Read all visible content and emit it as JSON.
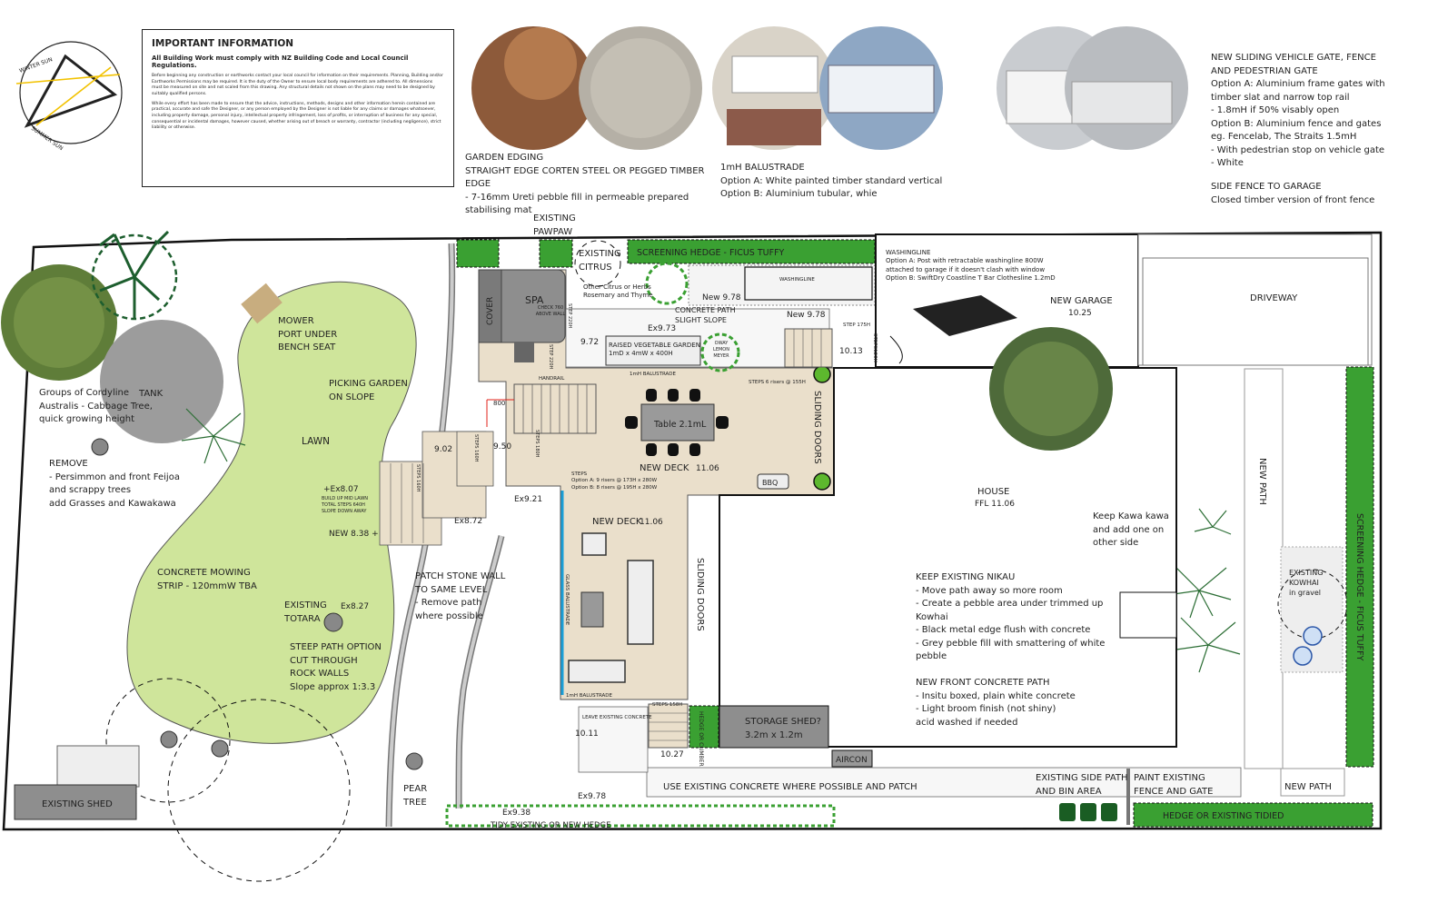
{
  "important_info": {
    "title": "IMPORTANT INFORMATION",
    "subtitle": "All Building Work must comply with NZ Building Code and Local Council Regulations.",
    "para1": "Before beginning any construction or earthworks contact your local council for information on their requirements. Planning, Building and/or Earthworks Permissions may be required. It is the duty of the Owner to ensure local body requirements are adhered to. All dimensions must be measured on site and not scaled from this drawing. Any structural details not shown on the plans may need to be designed by suitably qualified persons.",
    "para2": "While every effort has been made to ensure that the advice, instructions, methods, designs and other information herein contained are practical, accurate and safe the Designer, or any person employed by the Designer is not liable for any claims or damages whatsoever, including property damage, personal injury, intellectual property infringement, loss of profits, or interruption of business for any special, consequential or incidental damages, however caused, whether arising out of breach or warranty, contractor (including negligence), strict liability or otherwise."
  },
  "sun": {
    "winter": "WINTER SUN",
    "summer": "SUMMER SUN"
  },
  "notes": {
    "garden_edging": "GARDEN EDGING\nSTRAIGHT EDGE CORTEN STEEL OR PEGGED TIMBER EDGE\n- 7-16mm Ureti pebble fill in permeable prepared\nstabilising mat",
    "balustrade": "1mH  BALUSTRADE\nOption A: White painted timber standard vertical\nOption B: Aluminium tubular, whie",
    "sliding_gate": "NEW SLIDING VEHICLE GATE, FENCE\nAND PEDESTRIAN GATE\nOption A: Aluminium frame gates with\n timber slat and narrow top rail\n - 1.8mH if 50% visably open\nOption B: Aluminium fence and gates\n eg. Fencelab, The Straits 1.5mH\n - With pedestrian stop on vehicle gate\n - White",
    "side_fence": "SIDE FENCE TO GARAGE\nClosed timber version of front fence",
    "washingline": "WASHINGLINE\nOption A: Post with retractable washingline 800W\nattached to garage if it doesn't clash with window\nOption B: SwiftDry Coastline T Bar Clothesline 1.2mD",
    "cordyline": "Groups of Cordyline\nAustralis - Cabbage Tree,\nquick growing height",
    "remove": "REMOVE\n - Persimmon and front Feijoa\n   and scrappy trees\n   add Grasses and Kawakawa",
    "mower": "MOWER\nPORT UNDER\nBENCH SEAT",
    "picking": "PICKING GARDEN\nON SLOPE",
    "mowing_strip": "CONCRETE MOWING\nSTRIP - 120mmW TBA",
    "steep_path": "STEEP PATH OPTION\nCUT THROUGH\nROCK WALLS\nSlope approx 1:3.3",
    "patch_stone": "PATCH STONE WALL\nTO SAME LEVEL\n - Remove path\nwhere possible",
    "build_up": "BUILD UP MID LAWN\nTOTAL STEPS 640H\nSLOPE DOWN AWAY",
    "kawakawa": "Keep Kawa kawa\nand add one on\nother side",
    "nikau": "KEEP EXISTING NIKAU\n- Move path away so more room\n- Create a pebble area under trimmed up\nKowhai\n- Black metal edge flush with concrete\n- Grey pebble fill with smattering of white\npebble\n\nNEW FRONT CONCRETE PATH\n- Insitu boxed, plain white concrete\n- Light broom finish (not shiny)\nacid washed if needed",
    "steps_deck": "STEPS\nOption A: 9 risers @ 173H x 280W\nOption B: 8 risers @ 195H x 280W",
    "other_citrus": "Other Citrus or Herbs\nRosemary and Thyme",
    "spa_check": "CHECK 760\nABOVE WALL",
    "existing_citrus": "EXISTING\nCITRUS",
    "existing_pawpaw": "EXISTING\nPAWPAW",
    "existing_totara": "EXISTING\nTOTARA",
    "pear_tree": "PEAR\nTREE",
    "existing_side_path": "EXISTING SIDE PATH\nAND BIN AREA",
    "paint_fence": "PAINT EXISTING\nFENCE AND GATE",
    "storage_shed": "STORAGE SHED?\n3.2m x 1.2m",
    "kowhai": "EXISTING\nKOWHAI\nin gravel",
    "concrete_path": "CONCRETE PATH\nSLIGHT SLOPE",
    "veg_garden": "RAISED VEGETABLE GARDEN\n1mD x 4mW x 400H",
    "oway_lemon": "OWAY\nLEMON\nMEYER"
  },
  "labels": {
    "tank": "TANK",
    "lawn": "LAWN",
    "spa": "SPA",
    "cover": "COVER",
    "table": "Table 2.1mL",
    "new_deck_1": "NEW DECK",
    "new_deck_2": "NEW DECK",
    "bbq": "BBQ",
    "sliding_doors": "SLIDING DOORS",
    "house": "HOUSE",
    "house_ffl": "FFL 11.06",
    "new_garage": "NEW GARAGE",
    "driveway": "DRIVEWAY",
    "new_path": "NEW PATH",
    "new_path_2": "NEW PATH",
    "screening_hedge_top": "SCREENING HEDGE - FICUS TUFFY",
    "screening_hedge_side": "SCREENING HEDGE - FICUS TUFFY",
    "hedge_tidied": "HEDGE OR EXISTING TIDIED",
    "tidy_hedge": "TIDY EXISTING OR NEW HEDGE",
    "existing_shed": "EXISTING SHED",
    "aircon": "AIRCON",
    "use_existing_concrete": "USE EXISTING CONCRETE WHERE POSSIBLE AND PATCH",
    "leave_concrete": "LEAVE EXISTING CONCRETE",
    "hedge_climber": "HEDGE OR CLIMBER",
    "washingline_small": "WASHINGLINE",
    "handrail": "HANDRAIL",
    "balustrade_1m": "1mH BALUSTRADE",
    "balustrade_1m_b": "1mH  BALUSTRADE",
    "glass_balustrade": "GLASS BALUSTRADE",
    "steps_6_risers": "STEPS 6 risers @ 155H",
    "step_175": "STEP 175H",
    "steps_120": "STEPS120H",
    "steps_158": "STEPS 158H",
    "steps_160h": "STEPS 160H",
    "steps_180h": "STEPS 180H",
    "steps_160h_b": "STEPS 160H",
    "step_220": "STEP 220H",
    "step_220_b": "STEP 220H",
    "dim_800": "800"
  },
  "levels": {
    "l978a": "New 9.78",
    "l978b": "New 9.78",
    "l973": "Ex9.73",
    "l972": "9.72",
    "l1013": "10.13",
    "l1025": "10.25",
    "l1106a": "11.06",
    "l1106b": "11.06",
    "l902": "9.02",
    "l950": "9.50",
    "l921": "Ex9.21",
    "l872": "Ex8.72",
    "l807": "+Ex8.07",
    "l838": "NEW 8.38 +",
    "l827": "Ex8.27",
    "l1011": "10.11",
    "l1027": "10.27",
    "l978c": "Ex9.78",
    "l938": "Ex9.38"
  },
  "colors": {
    "lawn": "#cfe59b",
    "deck": "#eadfcb",
    "hedge": "#3aa032",
    "level": "#f28c00",
    "dim_red": "#e0201a",
    "grey": "#8e8e8e",
    "glass": "#1a9fd8"
  }
}
